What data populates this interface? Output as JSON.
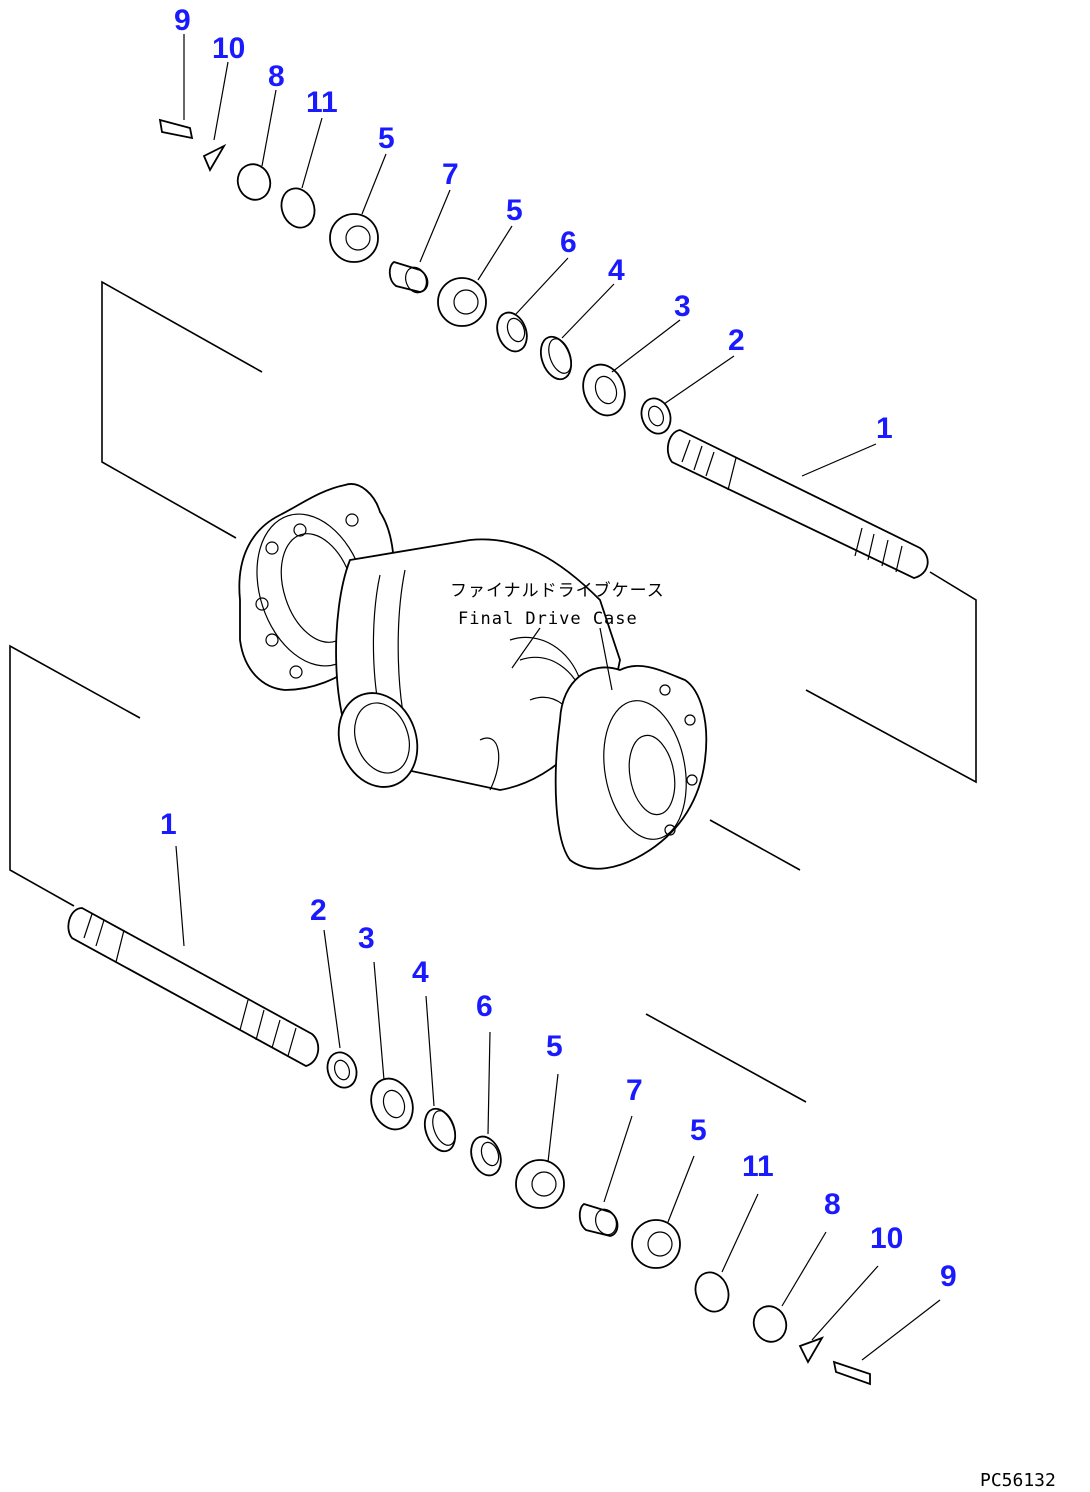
{
  "case_label_jp": "ファイナルドライブケース",
  "case_label_en": "Final Drive Case",
  "drawing_code": "PC56132",
  "callouts_upper": [
    {
      "id": "u9",
      "text": "9"
    },
    {
      "id": "u10",
      "text": "10"
    },
    {
      "id": "u8",
      "text": "8"
    },
    {
      "id": "u11",
      "text": "11"
    },
    {
      "id": "u5a",
      "text": "5"
    },
    {
      "id": "u7",
      "text": "7"
    },
    {
      "id": "u5b",
      "text": "5"
    },
    {
      "id": "u6",
      "text": "6"
    },
    {
      "id": "u4",
      "text": "4"
    },
    {
      "id": "u3",
      "text": "3"
    },
    {
      "id": "u2",
      "text": "2"
    },
    {
      "id": "u1",
      "text": "1"
    }
  ],
  "callouts_lower": [
    {
      "id": "l1",
      "text": "1"
    },
    {
      "id": "l2",
      "text": "2"
    },
    {
      "id": "l3",
      "text": "3"
    },
    {
      "id": "l4",
      "text": "4"
    },
    {
      "id": "l6",
      "text": "6"
    },
    {
      "id": "l5a",
      "text": "5"
    },
    {
      "id": "l7",
      "text": "7"
    },
    {
      "id": "l5b",
      "text": "5"
    },
    {
      "id": "l11",
      "text": "11"
    },
    {
      "id": "l8",
      "text": "8"
    },
    {
      "id": "l10",
      "text": "10"
    },
    {
      "id": "l9",
      "text": "9"
    }
  ],
  "colors": {
    "callout": "#1a1aff",
    "line": "#000000",
    "background": "#ffffff"
  }
}
